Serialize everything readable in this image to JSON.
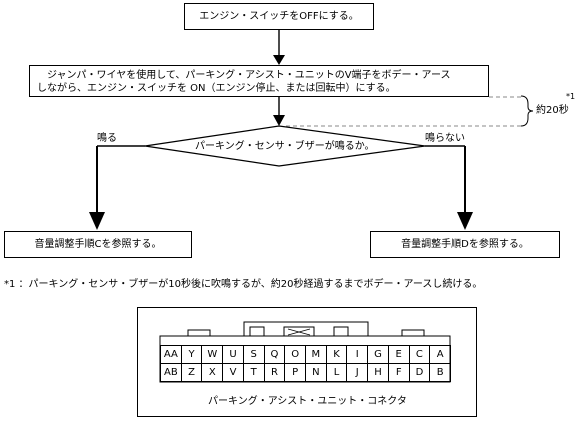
{
  "flowchart": {
    "step1": "エンジン・スイッチをOFFにする。",
    "step2_line1": "ジャンパ・ワイヤを使用して、パーキング・アシスト・ユニットのV端子をボデー・アース",
    "step2_line2": "しながら、エンジン・スイッチを ON（エンジン停止、または回転中）にする。",
    "duration": "約20秒",
    "duration_note_ref": "*1",
    "decision": "パーキング・センサ・ブザーが鳴るか。",
    "branch_yes": "鳴る",
    "branch_no": "鳴らない",
    "result_yes": "音量調整手順Cを参照する。",
    "result_no": "音量調整手順Dを参照する。"
  },
  "footnote": "*1 ：パーキング・センサ・ブザーが10秒後に吹鳴するが、約20秒経過するまでボデー・アースし続ける。",
  "connector": {
    "title": "パーキング・アシスト・ユニット・コネクタ",
    "row_top": [
      "AA",
      "Y",
      "W",
      "U",
      "S",
      "Q",
      "O",
      "M",
      "K",
      "I",
      "G",
      "E",
      "C",
      "A"
    ],
    "row_bottom": [
      "AB",
      "Z",
      "X",
      "V",
      "T",
      "R",
      "P",
      "N",
      "L",
      "J",
      "H",
      "F",
      "D",
      "B"
    ]
  }
}
